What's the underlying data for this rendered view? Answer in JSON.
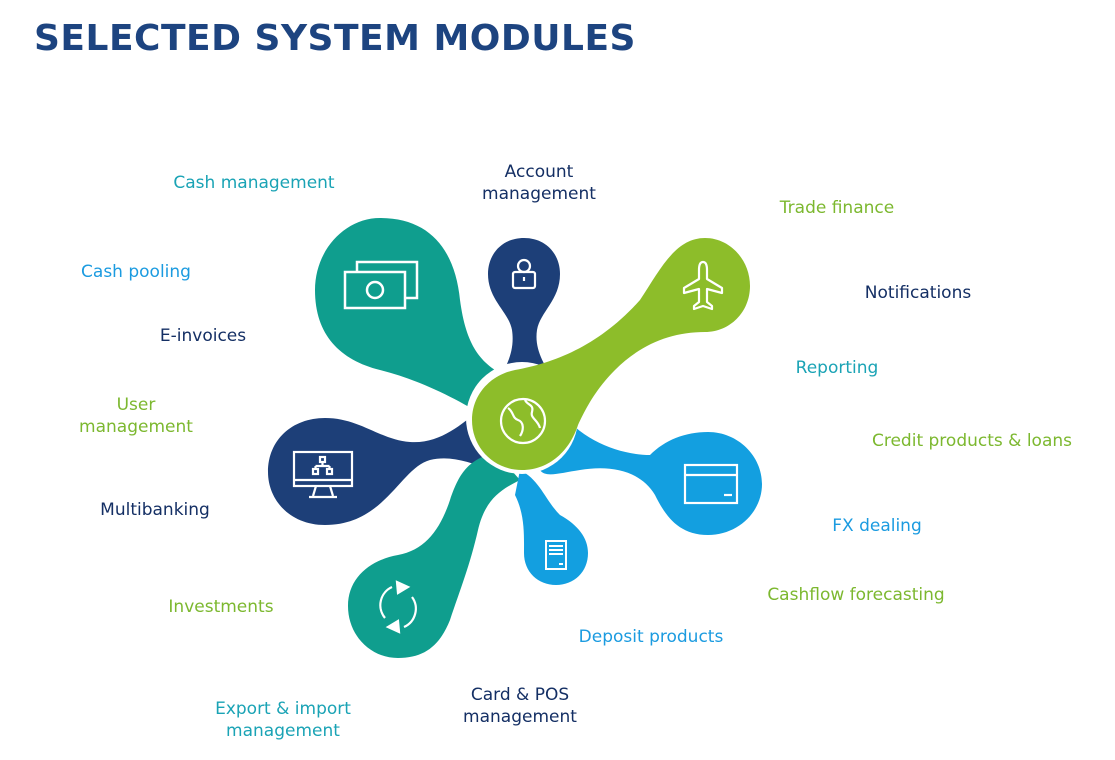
{
  "title": "SELECTED SYSTEM MODULES",
  "colors": {
    "title": "#1d4480",
    "teal": "#0f9e8e",
    "navy": "#1d3f78",
    "green": "#8dbd2a",
    "blue": "#139fe0",
    "label_teal": "#1aa3b5",
    "label_blue": "#1b9be0",
    "label_navy": "#142f64",
    "label_green": "#7cb82f"
  },
  "hub": {
    "icon": "globe-icon"
  },
  "petals": [
    {
      "name": "cash",
      "icon": "banknotes-icon",
      "color": "teal"
    },
    {
      "name": "account",
      "icon": "user-lock-icon",
      "color": "navy"
    },
    {
      "name": "trade",
      "icon": "airplane-icon",
      "color": "green"
    },
    {
      "name": "card",
      "icon": "credit-card-icon",
      "color": "blue"
    },
    {
      "name": "document",
      "icon": "document-icon",
      "color": "blue"
    },
    {
      "name": "refresh",
      "icon": "refresh-icon",
      "color": "teal"
    },
    {
      "name": "monitor",
      "icon": "monitor-network-icon",
      "color": "navy"
    }
  ],
  "modules": [
    {
      "label": "Cash management",
      "color": "teal"
    },
    {
      "label": "Account\nmanagement",
      "color": "navy"
    },
    {
      "label": "Trade finance",
      "color": "green"
    },
    {
      "label": "Notifications",
      "color": "navy"
    },
    {
      "label": "Reporting",
      "color": "teal"
    },
    {
      "label": "Credit products & loans",
      "color": "green"
    },
    {
      "label": "FX dealing",
      "color": "blue"
    },
    {
      "label": "Cashflow forecasting",
      "color": "green"
    },
    {
      "label": "Deposit products",
      "color": "blue"
    },
    {
      "label": "Card & POS\nmanagement",
      "color": "navy"
    },
    {
      "label": "Export & import\nmanagement",
      "color": "teal"
    },
    {
      "label": "Investments",
      "color": "green"
    },
    {
      "label": "Multibanking",
      "color": "navy"
    },
    {
      "label": "User\nmanagement",
      "color": "green"
    },
    {
      "label": "E-invoices",
      "color": "navy"
    },
    {
      "label": "Cash pooling",
      "color": "blue"
    }
  ]
}
